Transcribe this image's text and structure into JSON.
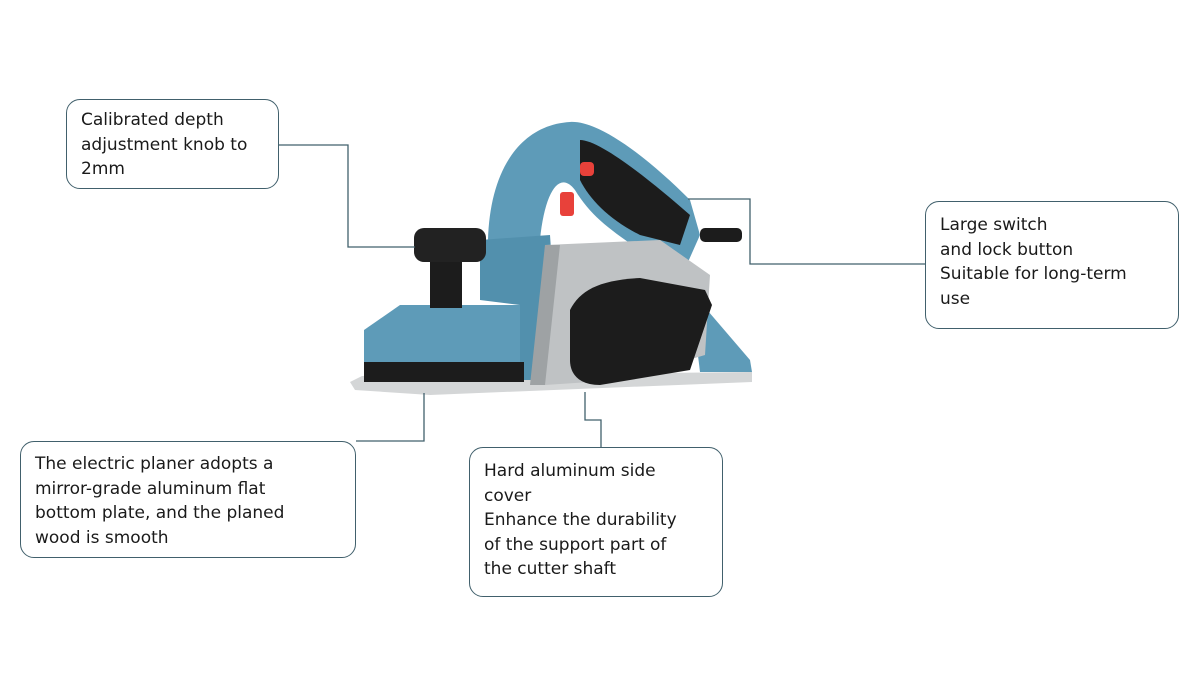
{
  "callouts": {
    "depth_knob": {
      "lines": [
        "Calibrated depth",
        "adjustment knob to",
        "2mm"
      ]
    },
    "switch": {
      "lines": [
        "Large switch",
        "and lock button",
        "Suitable for long-term",
        "use"
      ]
    },
    "base_plate": {
      "lines": [
        "The electric planer adopts a",
        "mirror-grade aluminum flat",
        "bottom plate, and the planed",
        "wood is smooth"
      ]
    },
    "side_cover": {
      "lines": [
        "Hard aluminum side",
        "cover",
        "Enhance the durability",
        "of the support part of",
        "the cutter shaft"
      ]
    }
  },
  "colors": {
    "line": "#41606c",
    "body": "#5e9bb8",
    "accent": "#e8413a",
    "black": "#1c1c1c",
    "silver": "#c9cbcc"
  }
}
